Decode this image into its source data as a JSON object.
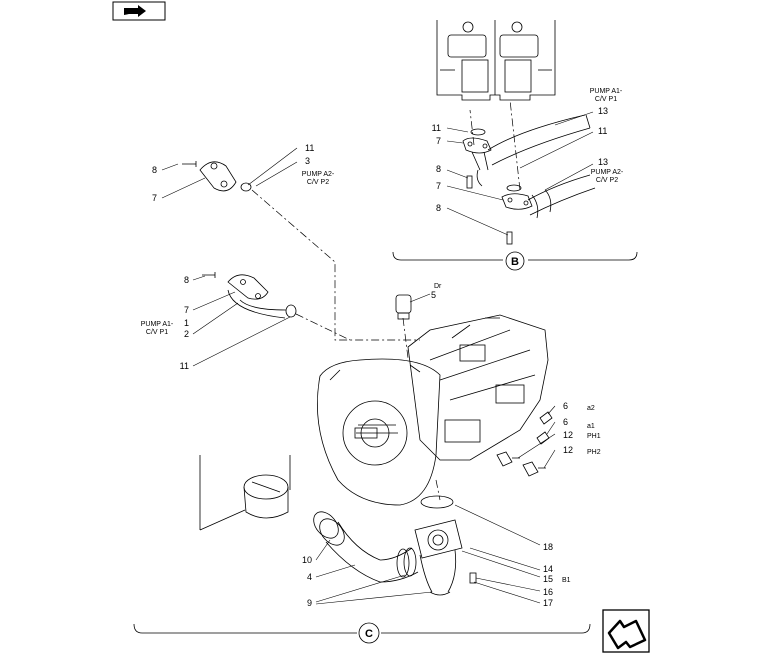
{
  "nav": {
    "prev_icon": "arrow-back-icon",
    "next_icon": "arrow-forward-icon"
  },
  "callouts": {
    "pump_a1_top": "PUMP A1-\nC/V P1",
    "pump_a2_top": "PUMP A2-\nC/V P2",
    "pump_a2_left": "PUMP A2-\nC/V P2",
    "pump_a1_left": "PUMP A1-\nC/V P1",
    "dr": "Dr",
    "a2": "a2",
    "a1": "a1",
    "ph1": "PH1",
    "ph2": "PH2",
    "b1": "B1"
  },
  "detail_labels": {
    "B": "B",
    "C": "C"
  },
  "part_numbers": {
    "b_11a": "11",
    "b_7a": "7",
    "b_8a": "8",
    "b_7b": "7",
    "b_8b": "8",
    "b_13a": "13",
    "b_11b": "11",
    "b_13b": "13",
    "l_8a": "8",
    "l_7a": "7",
    "l_11a": "11",
    "l_3": "3",
    "l_8b": "8",
    "l_7b": "7",
    "l_1": "1",
    "l_2": "2",
    "l_11b": "11",
    "r_5": "5",
    "r_6a": "6",
    "r_6b": "6",
    "r_12a": "12",
    "r_12b": "12",
    "r_18": "18",
    "r_14": "14",
    "r_15": "15",
    "r_16": "16",
    "r_17": "17",
    "c_10": "10",
    "c_4": "4",
    "c_9": "9"
  }
}
